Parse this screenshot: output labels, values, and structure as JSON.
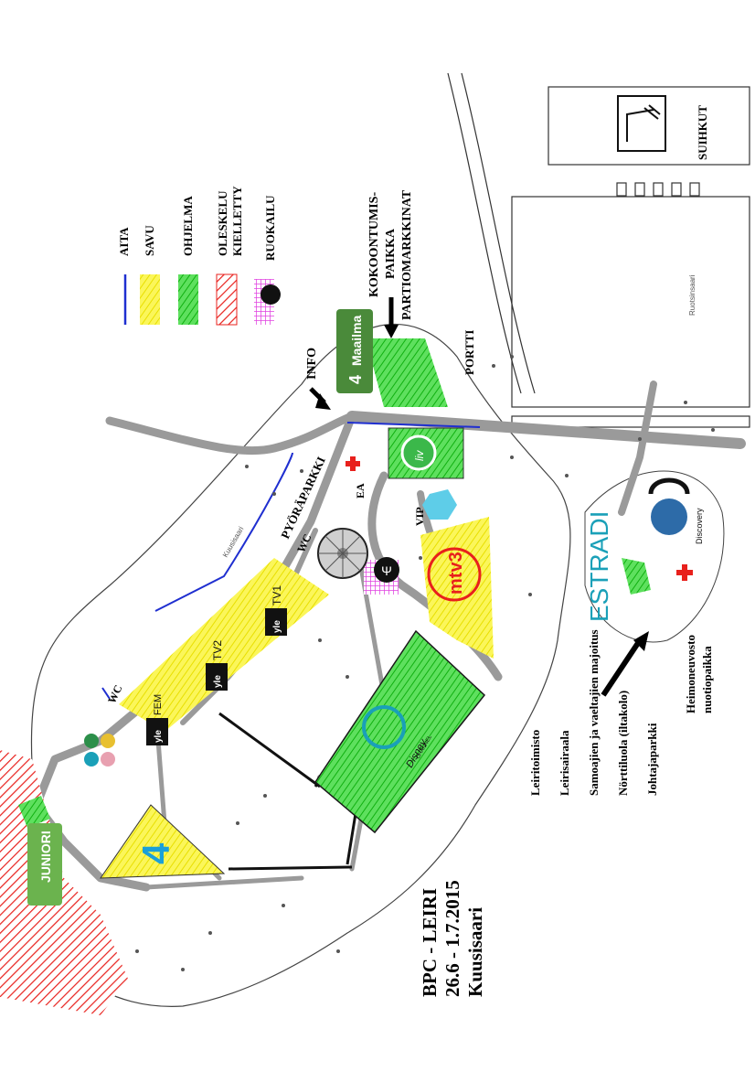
{
  "title": {
    "line1": "BPC - LEIRI",
    "line2": "26.6 - 1.7.2015",
    "line3": "Kuusisaari"
  },
  "legend": [
    {
      "label": "AITA",
      "color": "#1f2fd0",
      "kind": "line"
    },
    {
      "label": "SAVU",
      "color": "#f4f000",
      "kind": "hatch"
    },
    {
      "label": "OHJELMA",
      "color": "#1fd41f",
      "kind": "hatch"
    },
    {
      "label": "OLESKELU",
      "label2": "KIELLETTY",
      "color": "#e8201c",
      "kind": "hatch-red"
    },
    {
      "label": "RUOKAILU",
      "color": "#e040e0",
      "kind": "grid"
    }
  ],
  "labels": {
    "info": "INFO",
    "pyoraparkki": "PYÖRÄPARKKI",
    "wc1": "WC",
    "wc2": "WC",
    "ea": "EA",
    "vip": "VIP",
    "portti": "PORTTI",
    "kokoontumis_1": "KOKOONTUMIS-",
    "kokoontumis_2": "PAIKKA",
    "kokoontumis_3": "PARTIOMARKKINAT",
    "suihkut": "SUIHKUT",
    "estradi": "ESTRADI",
    "discovery": "Discovery",
    "kuusisaari": "Kuusisaari",
    "ruotsinsaari": "Ruotsinsaari",
    "heimoneuvosto_1": "Heimoneuvosto",
    "heimoneuvosto_2": "nuotiopaikka",
    "maailma": "Maailma",
    "maailma_num": "4",
    "juniori": "JUNIORI",
    "mtv3": "mtv3",
    "liv": "liv",
    "yle": "yle",
    "fem": "FEM",
    "tv1": "TV1",
    "tv2": "TV2",
    "disney": "Disney",
    "channel": "CHANNEL"
  },
  "services": [
    "Leiritoimisto",
    "Leirisairaala",
    "Samoajien ja vaeltajien majoitus",
    "Nörttiluola (iltakolo)",
    "Johtajaparkki"
  ],
  "colors": {
    "road": "#9a9a9a",
    "fence": "#1f2fd0",
    "smoke": "#f4f000",
    "program": "#1fd41f",
    "forbidden": "#e8201c",
    "food": "#e040e0",
    "teal": "#1aa0b8"
  }
}
